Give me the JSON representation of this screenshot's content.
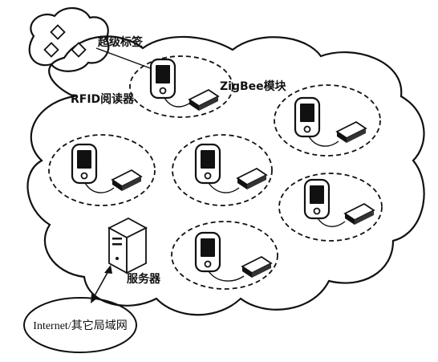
{
  "labels": {
    "super_tag": "超级标签",
    "rfid_reader": "RFID阅读器",
    "zigbee_module": "ZigBee模块",
    "server": "服务器",
    "internet": "Internet/其它局域网"
  },
  "icons": {
    "tag_cloud": "cloud-icon",
    "tag": "diamond-tag-icon",
    "reader": "rfid-reader-icon",
    "module": "zigbee-module-icon",
    "server": "server-tower-icon"
  },
  "colors": {
    "line": "#111111",
    "background": "#ffffff"
  }
}
